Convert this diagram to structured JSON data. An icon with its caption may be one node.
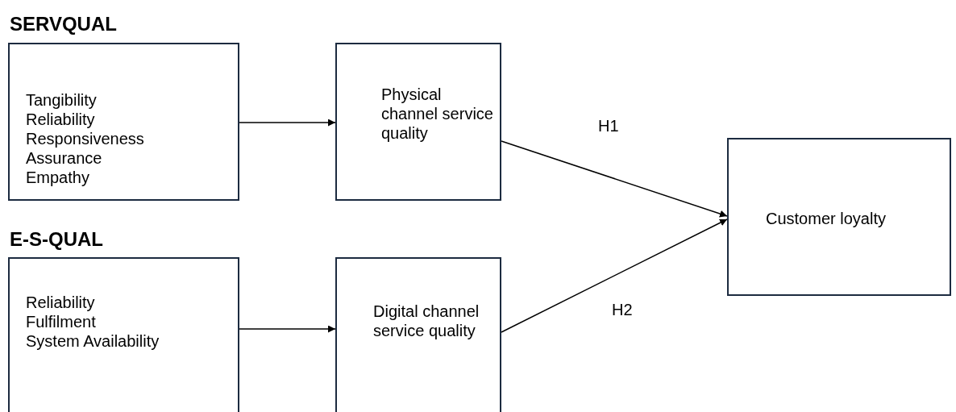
{
  "diagram": {
    "nodes": [
      {
        "text": [
          "SERVQUAL",
          "Tangibility",
          "Reliability",
          "Responsiveness",
          "Assurance",
          "Empathy"
        ]
      },
      {
        "text": [
          "Physical channel service quality"
        ]
      },
      {
        "text": [
          "E-S-QUAL",
          "Reliability",
          "Fulfilment",
          "System Availability"
        ]
      },
      {
        "text": [
          "Digital channel service quality"
        ]
      },
      {
        "text": [
          "Customer loyalty"
        ]
      }
    ],
    "edges": [
      {
        "from": 0,
        "to": 1,
        "arrow": "to"
      },
      {
        "from": 2,
        "to": 3,
        "arrow": "to"
      },
      {
        "from": 1,
        "to": 4,
        "arrow": "to",
        "label": "H1"
      },
      {
        "from": 3,
        "to": 4,
        "arrow": "to",
        "label": "H2"
      }
    ]
  }
}
